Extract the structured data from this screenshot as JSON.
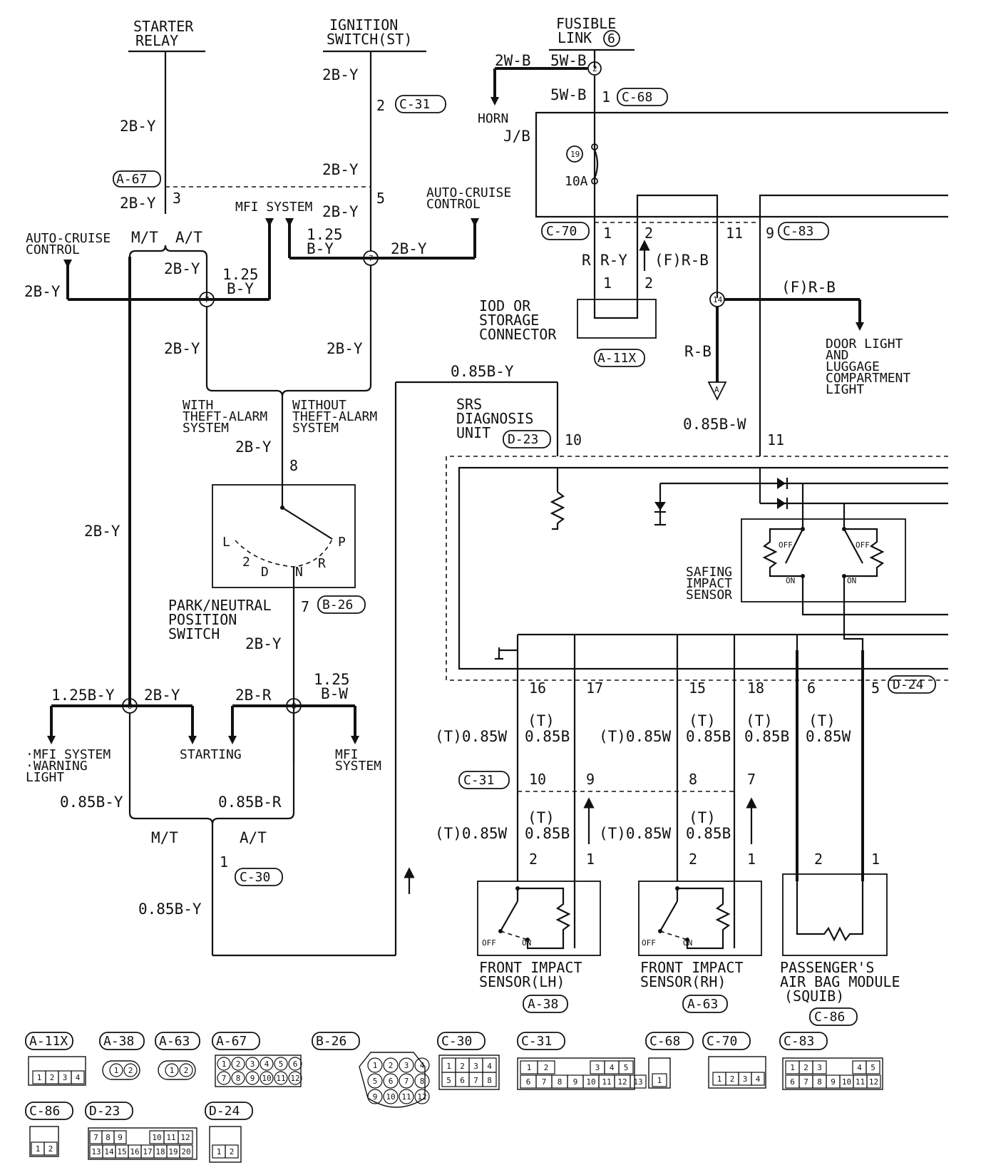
{
  "titles": {
    "starter_relay": [
      "STARTER",
      "RELAY"
    ],
    "ignition_switch": [
      "IGNITION",
      "SWITCH(ST)"
    ],
    "fusible_link": [
      "FUSIBLE",
      "LINK"
    ],
    "fusible_link_no": "6"
  },
  "connectors": {
    "c31": "C-31",
    "c68": "C-68",
    "a67": "A-67",
    "c70": "C-70",
    "c83": "C-83",
    "a11x": "A-11X",
    "d23": "D-23",
    "b26": "B-26",
    "d24": "D-24",
    "c30": "C-30",
    "a38": "A-38",
    "a63": "A-63",
    "c86": "C-86"
  },
  "labels": {
    "horn": "HORN",
    "jb": "J/B",
    "mfi_system": "MFI SYSTEM",
    "auto_cruise": [
      "AUTO-CRUISE",
      "CONTROL"
    ],
    "mt": "M/T",
    "at": "A/T",
    "iod": [
      "IOD OR",
      "STORAGE",
      "CONNECTOR"
    ],
    "door_light": [
      "DOOR LIGHT",
      "AND",
      "LUGGAGE",
      "COMPARTMENT",
      "LIGHT"
    ],
    "with_theft": [
      "WITH",
      "THEFT-ALARM",
      "SYSTEM"
    ],
    "without_theft": [
      "WITHOUT",
      "THEFT-ALARM",
      "SYSTEM"
    ],
    "srs_unit": [
      "SRS",
      "DIAGNOSIS",
      "UNIT"
    ],
    "park_neutral": [
      "PARK/NEUTRAL",
      "POSITION",
      "SWITCH"
    ],
    "safing": [
      "SAFING",
      "IMPACT",
      "SENSOR"
    ],
    "mfi_warning": [
      "·MFI SYSTEM",
      "·WARNING",
      " LIGHT"
    ],
    "starting": "STARTING",
    "mfi_system_2": [
      "MFI",
      "SYSTEM"
    ],
    "front_lh": [
      "FRONT IMPACT",
      "SENSOR(LH)"
    ],
    "front_rh": [
      "FRONT IMPACT",
      "SENSOR(RH)"
    ],
    "passenger": [
      "PASSENGER'S",
      "AIR BAG MODULE",
      "(SQUIB)"
    ],
    "off": "OFF",
    "on": "ON",
    "fuse_no": "19",
    "fuse_amp": "10A",
    "triangle_a": "A",
    "shift_l": "L",
    "shift_2": "2",
    "shift_d": "D",
    "shift_n": "N",
    "shift_r": "R",
    "shift_p": "P"
  },
  "wires": {
    "w2by": "2B-Y",
    "w2wb": "2W-B",
    "w5wb": "5W-B",
    "w125": "1.25",
    "wby": "B-Y",
    "wr": "R",
    "wry": "R-Y",
    "wfrb": "(F)R-B",
    "wrb": "R-B",
    "w085by": "0.85B-Y",
    "w085bw": "0.85B-W",
    "w125by": "1.25B-Y",
    "w2br": "2B-R",
    "wbw": "B-W",
    "w085br": "0.85B-R",
    "wt085w": "(T)0.85W",
    "wt": "(T)",
    "w085b": "0.85B",
    "w085w": "0.85W"
  },
  "pins": {
    "p1": "1",
    "p2": "2",
    "p3": "3",
    "p5": "5",
    "p6": "6",
    "p7": "7",
    "p8": "8",
    "p9": "9",
    "p10": "10",
    "p11": "11",
    "p14": "14",
    "p15": "15",
    "p16": "16",
    "p17": "17",
    "p18": "18"
  },
  "connector_faces": {
    "a11x": [
      "1",
      "2",
      "3",
      "4"
    ],
    "a38": [
      "1",
      "2"
    ],
    "a63": [
      "1",
      "2"
    ],
    "a67": [
      "1",
      "2",
      "3",
      "4",
      "5",
      "6",
      "7",
      "8",
      "9",
      "10",
      "11",
      "12"
    ],
    "b26": [
      "1",
      "2",
      "3",
      "4",
      "5",
      "6",
      "7",
      "8",
      "9",
      "10",
      "11",
      "12"
    ],
    "c30": [
      "1",
      "2",
      "3",
      "4",
      "5",
      "6",
      "7",
      "8"
    ],
    "c31": [
      "1",
      "2",
      "3",
      "4",
      "5",
      "6",
      "7",
      "8",
      "9",
      "10",
      "11",
      "12",
      "13"
    ],
    "c68": [
      "1"
    ],
    "c70": [
      "1",
      "2",
      "3",
      "4"
    ],
    "c83": [
      "1",
      "2",
      "3",
      "4",
      "5",
      "6",
      "7",
      "8",
      "9",
      "10",
      "11",
      "12"
    ],
    "c86": [
      "1",
      "2"
    ],
    "d23": [
      "7",
      "8",
      "9",
      "10",
      "11",
      "12",
      "13",
      "14",
      "15",
      "16",
      "17",
      "18",
      "19",
      "20"
    ],
    "d24": [
      "1",
      "2"
    ]
  }
}
